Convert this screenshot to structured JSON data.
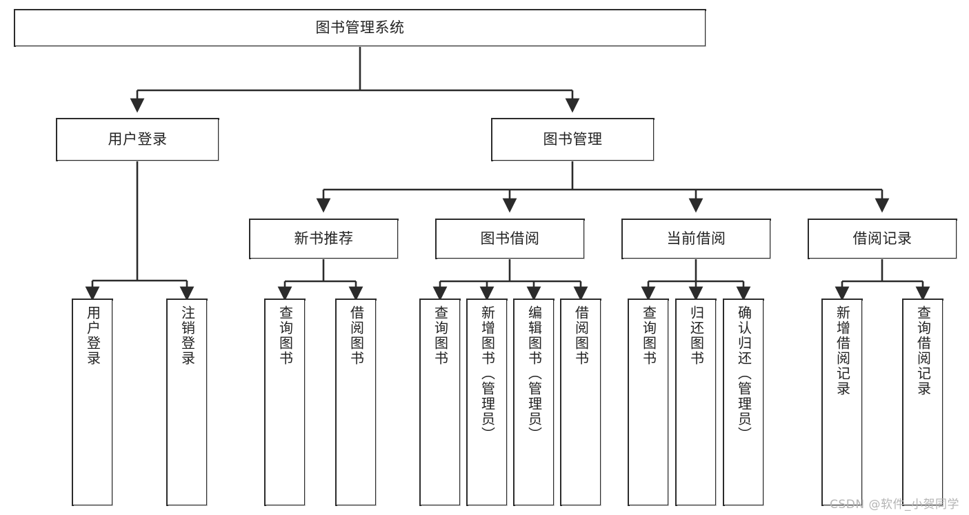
{
  "diagram": {
    "title": "图书管理系统",
    "type": "tree-hierarchy-diagram",
    "watermark": "CSDN @软件_小贺同学",
    "colors": {
      "background": "#ffffff",
      "box_border": "#2b2b2b",
      "box_fill": "#ffffff",
      "edge": "#2b2b2b",
      "text": "#222222",
      "watermark": "#b4b4b4"
    },
    "levels": {
      "root": "图书管理系统",
      "level2": [
        "用户登录",
        "图书管理"
      ],
      "level3": [
        "新书推荐",
        "图书借阅",
        "当前借阅",
        "借阅记录"
      ]
    },
    "nodes": {
      "root": {
        "label": "图书管理系统"
      },
      "user_login": {
        "label": "用户登录"
      },
      "book_manage": {
        "label": "图书管理"
      },
      "new_book_rec": {
        "label": "新书推荐"
      },
      "book_borrow": {
        "label": "图书借阅"
      },
      "current_borrow": {
        "label": "当前借阅"
      },
      "borrow_record": {
        "label": "借阅记录"
      }
    },
    "leaves": {
      "user_login": [
        {
          "label": "用户登录"
        },
        {
          "label": "注销登录"
        }
      ],
      "new_book_rec": [
        {
          "label": "查询图书"
        },
        {
          "label": "借阅图书"
        }
      ],
      "book_borrow": [
        {
          "label": "查询图书"
        },
        {
          "label": "新增图书（管理员）"
        },
        {
          "label": "编辑图书（管理员）"
        },
        {
          "label": "借阅图书"
        }
      ],
      "current_borrow": [
        {
          "label": "查询图书"
        },
        {
          "label": "归还图书"
        },
        {
          "label": "确认归还（管理员）"
        }
      ],
      "borrow_record": [
        {
          "label": "新增借阅记录"
        },
        {
          "label": "查询借阅记录"
        }
      ]
    }
  }
}
